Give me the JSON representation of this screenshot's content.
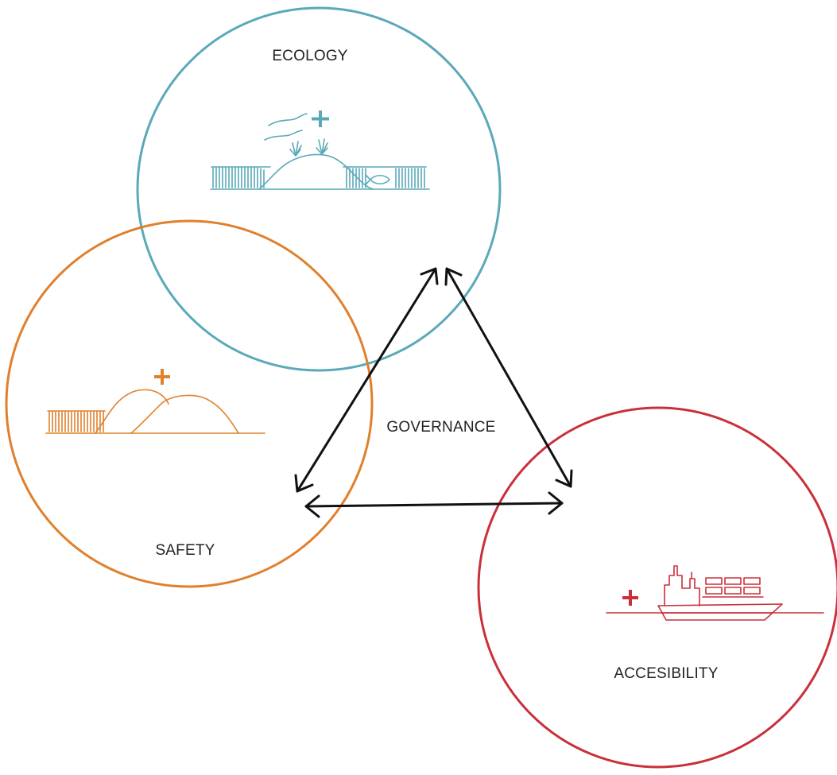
{
  "labels": {
    "ecology": "ECOLOGY",
    "safety": "SAFETY",
    "accessibility": "ACCESIBILITY",
    "governance": "GOVERNANCE"
  },
  "colors": {
    "ecology": "#5aa9b9",
    "safety": "#e0802c",
    "accessibility": "#c9303a",
    "arrows": "#111111",
    "text": "#222222"
  },
  "icons": {
    "ecology": "dune-with-birds-and-fish-icon",
    "safety": "double-dune-icon",
    "accessibility": "container-ship-icon",
    "plus": "plus-icon",
    "arrow": "double-headed-arrow-icon"
  }
}
